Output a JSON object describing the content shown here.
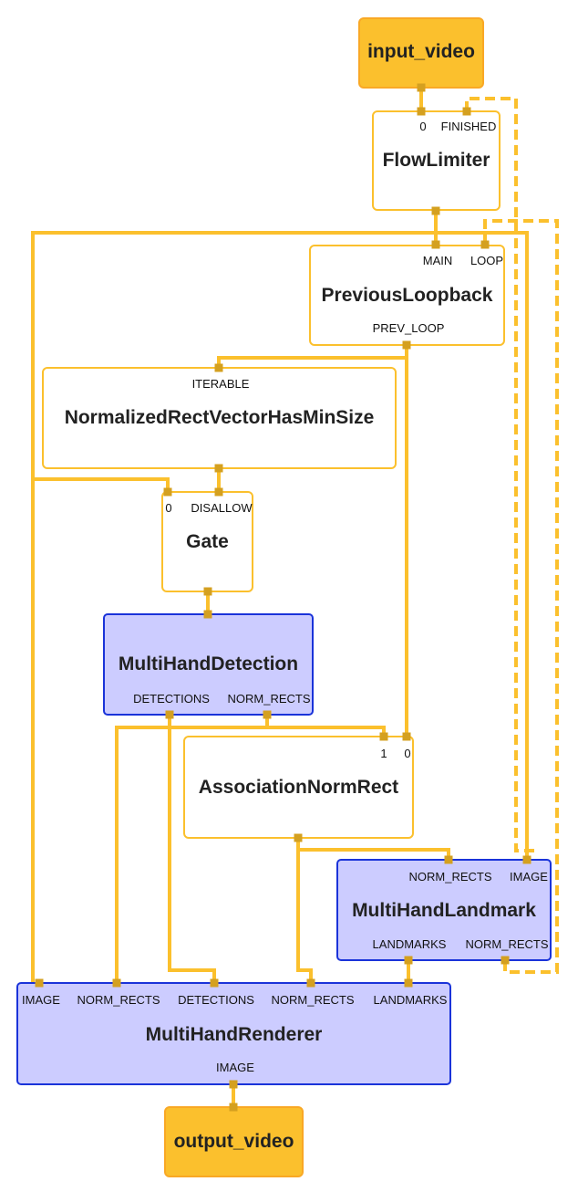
{
  "colors": {
    "edge": "#fbc02d",
    "pin": "#d4a020",
    "io_fill": "#fbc02d",
    "subgraph_fill": "#ccccff",
    "subgraph_border": "#1a33d9"
  },
  "nodes": {
    "input_video": {
      "title": "input_video"
    },
    "flow_limiter": {
      "title": "FlowLimiter",
      "in_0": "0",
      "in_finished": "FINISHED"
    },
    "previous_loopback": {
      "title": "PreviousLoopback",
      "in_main": "MAIN",
      "in_loop": "LOOP",
      "out_prev_loop": "PREV_LOOP"
    },
    "normalized_rect": {
      "title": "NormalizedRectVectorHasMinSize",
      "in_iterable": "ITERABLE"
    },
    "gate": {
      "title": "Gate",
      "in_0": "0",
      "in_disallow": "DISALLOW"
    },
    "multi_hand_detection": {
      "title": "MultiHandDetection",
      "out_detections": "DETECTIONS",
      "out_norm_rects": "NORM_RECTS"
    },
    "association_norm_rect": {
      "title": "AssociationNormRect",
      "in_1": "1",
      "in_0": "0"
    },
    "multi_hand_landmark": {
      "title": "MultiHandLandmark",
      "in_norm_rects": "NORM_RECTS",
      "in_image": "IMAGE",
      "out_landmarks": "LANDMARKS",
      "out_norm_rects": "NORM_RECTS"
    },
    "multi_hand_renderer": {
      "title": "MultiHandRenderer",
      "in_image": "IMAGE",
      "in_norm_rects_1": "NORM_RECTS",
      "in_detections": "DETECTIONS",
      "in_norm_rects_2": "NORM_RECTS",
      "in_landmarks": "LANDMARKS",
      "out_image": "IMAGE"
    },
    "output_video": {
      "title": "output_video"
    }
  }
}
